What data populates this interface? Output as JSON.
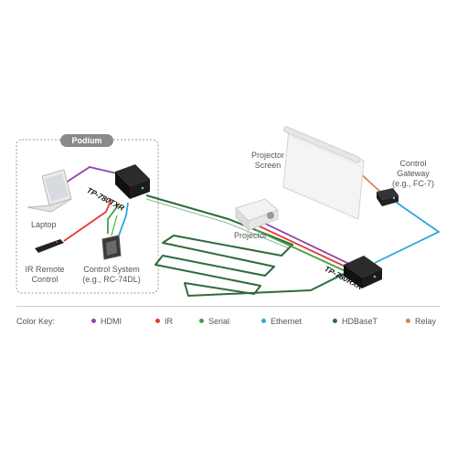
{
  "podium": {
    "label": "Podium"
  },
  "devices": {
    "transmitter": "TP-780TXR",
    "receiver": "TP-780RXR",
    "laptop": "Laptop",
    "ir_remote": [
      "IR Remote",
      "Control"
    ],
    "control_system": [
      "Control System",
      "(e.g., RC-74DL)"
    ],
    "projector": "Projector",
    "projector_screen": [
      "Projector",
      "Screen"
    ],
    "control_gateway": [
      "Control",
      "Gateway",
      "(e.g., FC-7)"
    ]
  },
  "color_key": {
    "title": "Color Key:",
    "items": [
      {
        "name": "HDMI",
        "color": "#8e44ad"
      },
      {
        "name": "IR",
        "color": "#e53935"
      },
      {
        "name": "Serial",
        "color": "#43a047"
      },
      {
        "name": "Ethernet",
        "color": "#29a8d8"
      },
      {
        "name": "HDBaseT",
        "color": "#2e6b3a"
      },
      {
        "name": "Relay",
        "color": "#c8875a"
      }
    ]
  }
}
